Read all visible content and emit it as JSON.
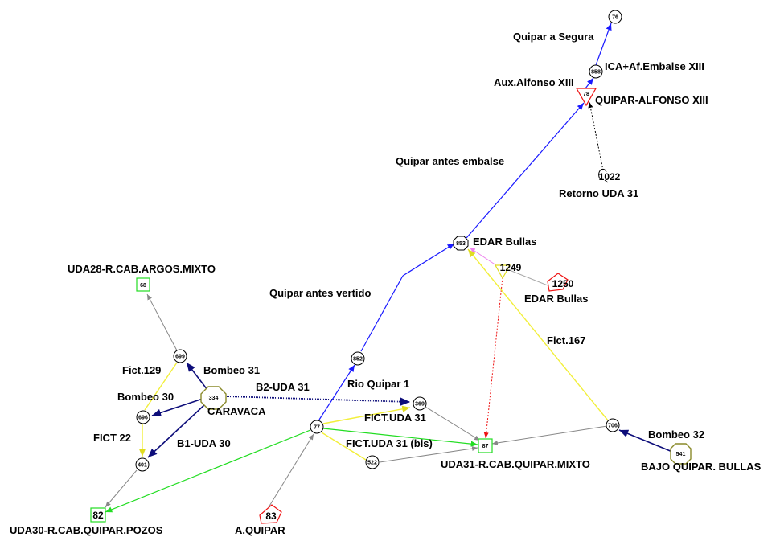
{
  "colors": {
    "blue": "#1a1aff",
    "navy": "#0d0d7a",
    "yellow": "#f2ef3a",
    "green": "#22dd22",
    "gray": "#888888",
    "red": "#ee1111",
    "violet": "#ee82ee",
    "black": "#000000"
  },
  "nodes": {
    "n76": {
      "id": "76",
      "shape": "circle"
    },
    "n858": {
      "id": "858",
      "shape": "circle"
    },
    "n78": {
      "id": "78",
      "shape": "triangle-red"
    },
    "n1022": {
      "id": "1022",
      "shape": "return-arc"
    },
    "n853": {
      "id": "853",
      "shape": "octagon"
    },
    "n1249": {
      "id": "1249",
      "shape": "triangle-yellow"
    },
    "n1250": {
      "id": "1250",
      "shape": "pentagon-red"
    },
    "n68": {
      "id": "68",
      "shape": "square-green"
    },
    "n699": {
      "id": "699",
      "shape": "circle"
    },
    "n334": {
      "id": "334",
      "shape": "octagon-olive"
    },
    "n696": {
      "id": "696",
      "shape": "circle"
    },
    "n401": {
      "id": "401",
      "shape": "circle"
    },
    "n852": {
      "id": "852",
      "shape": "circle"
    },
    "n369": {
      "id": "369",
      "shape": "circle"
    },
    "n77": {
      "id": "77",
      "shape": "circle"
    },
    "n522": {
      "id": "522",
      "shape": "circle"
    },
    "n87": {
      "id": "87",
      "shape": "square-green"
    },
    "n706": {
      "id": "706",
      "shape": "circle"
    },
    "n541": {
      "id": "541",
      "shape": "octagon-olive"
    },
    "n82": {
      "id": "82",
      "shape": "square-green"
    },
    "n83": {
      "id": "83",
      "shape": "pentagon-red"
    }
  },
  "labels": {
    "quipar_segura": "Quipar a Segura",
    "ica_embalse": "ICA+Af.Embalse XIII",
    "aux_alfonso": "Aux.Alfonso XIII",
    "quipar_alfonso": "QUIPAR-ALFONSO XIII",
    "quipar_antes_embalse": "Quipar antes embalse",
    "retorno_uda31": "Retorno UDA 31",
    "edar_bullas_1": "EDAR Bullas",
    "edar_bullas_2": "EDAR Bullas",
    "uda28": "UDA28-R.CAB.ARGOS.MIXTO",
    "quipar_antes_vertido": "Quipar antes vertido",
    "fict167": "Fict.167",
    "fict129": "Fict.129",
    "bombeo31": "Bombeo 31",
    "b2_uda31": "B2-UDA 31",
    "rio_quipar1": "Rio Quipar 1",
    "bombeo30": "Bombeo 30",
    "caravaca": "CARAVACA",
    "fict_uda31": "FICT.UDA 31",
    "fict22": "FICT 22",
    "b1_uda30": "B1-UDA 30",
    "fict_uda31_bis": "FICT.UDA 31 (bis)",
    "bombeo32": "Bombeo 32",
    "uda31": "UDA31-R.CAB.QUIPAR.MIXTO",
    "bajo_quipar": "BAJO QUIPAR. BULLAS",
    "uda30": "UDA30-R.CAB.QUIPAR.POZOS",
    "a_quipar": "A.QUIPAR"
  }
}
